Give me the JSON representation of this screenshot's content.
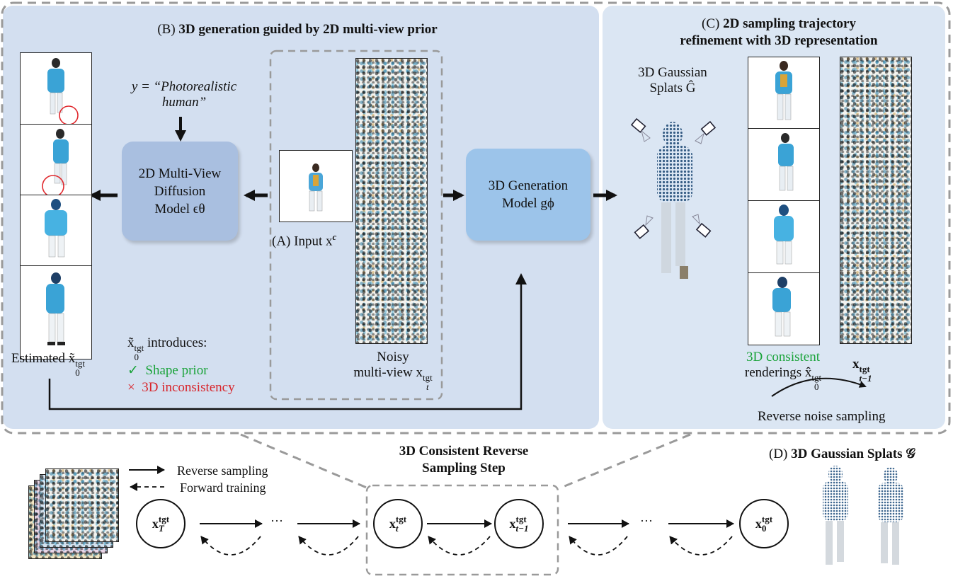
{
  "panel_b": {
    "title_prefix": "(B)",
    "title_bold": "3D generation guided by 2D multi-view prior",
    "prompt_line1": "y = “Photorealistic",
    "prompt_line2": "human”",
    "diffusion_box": [
      "2D Multi-View",
      "Diffusion",
      "Model ϵθ"
    ],
    "generation_box": [
      "3D Generation",
      "Model gϕ"
    ],
    "input_label": "(A) Input x",
    "input_sup": "c",
    "estimated_label": "Estimated x̃",
    "estimated_sup": "tgt",
    "estimated_sub": "0",
    "introduces_label": "x̃",
    "introduces_sup": "tgt",
    "introduces_sub": "0",
    "introduces_text": "introduces:",
    "shape_prior_mark": "✓",
    "shape_prior": "Shape prior",
    "inconsistency_mark": "×",
    "inconsistency": "3D inconsistency",
    "noisy_line1": "Noisy",
    "noisy_line2": "multi-view x",
    "noisy_sup": "tgt",
    "noisy_sub": "t"
  },
  "panel_c": {
    "title_prefix": "(C)",
    "title_line1": "2D sampling trajectory",
    "title_line2": "refinement with 3D representation",
    "gaussian_line1": "3D Gaussian",
    "gaussian_line2": "Splats Ĝ",
    "consistent_line1": "3D consistent",
    "consistent_line2": "renderings x̂",
    "consistent_sup": "tgt",
    "consistent_sub": "0",
    "xt1_label": "x",
    "xt1_sup": "tgt",
    "xt1_sub": "t−1",
    "reverse_noise": "Reverse noise sampling"
  },
  "bottom": {
    "step_title_line1": "3D Consistent Reverse",
    "step_title_line2": "Sampling Step",
    "legend_reverse": "Reverse sampling",
    "legend_forward": "Forward training",
    "panel_d_prefix": "(D)",
    "panel_d_title": "3D Gaussian Splats 𝒢",
    "ellipsis": "···",
    "nodes": [
      {
        "base": "x",
        "sup": "tgt",
        "sub": "T"
      },
      {
        "base": "x",
        "sup": "tgt",
        "sub": "t"
      },
      {
        "base": "x",
        "sup": "tgt",
        "sub": "t−1"
      },
      {
        "base": "x",
        "sup": "tgt",
        "sub": "0"
      }
    ]
  },
  "colors": {
    "panel_b_bg": "#d3dff0",
    "panel_c_bg": "#dbe6f3",
    "box_fill": "#a9bfe0",
    "box_fill_3d": "#9cc4ea",
    "green": "#1aa33a",
    "red": "#d8252b",
    "dash_gray": "#9a9a9a"
  }
}
